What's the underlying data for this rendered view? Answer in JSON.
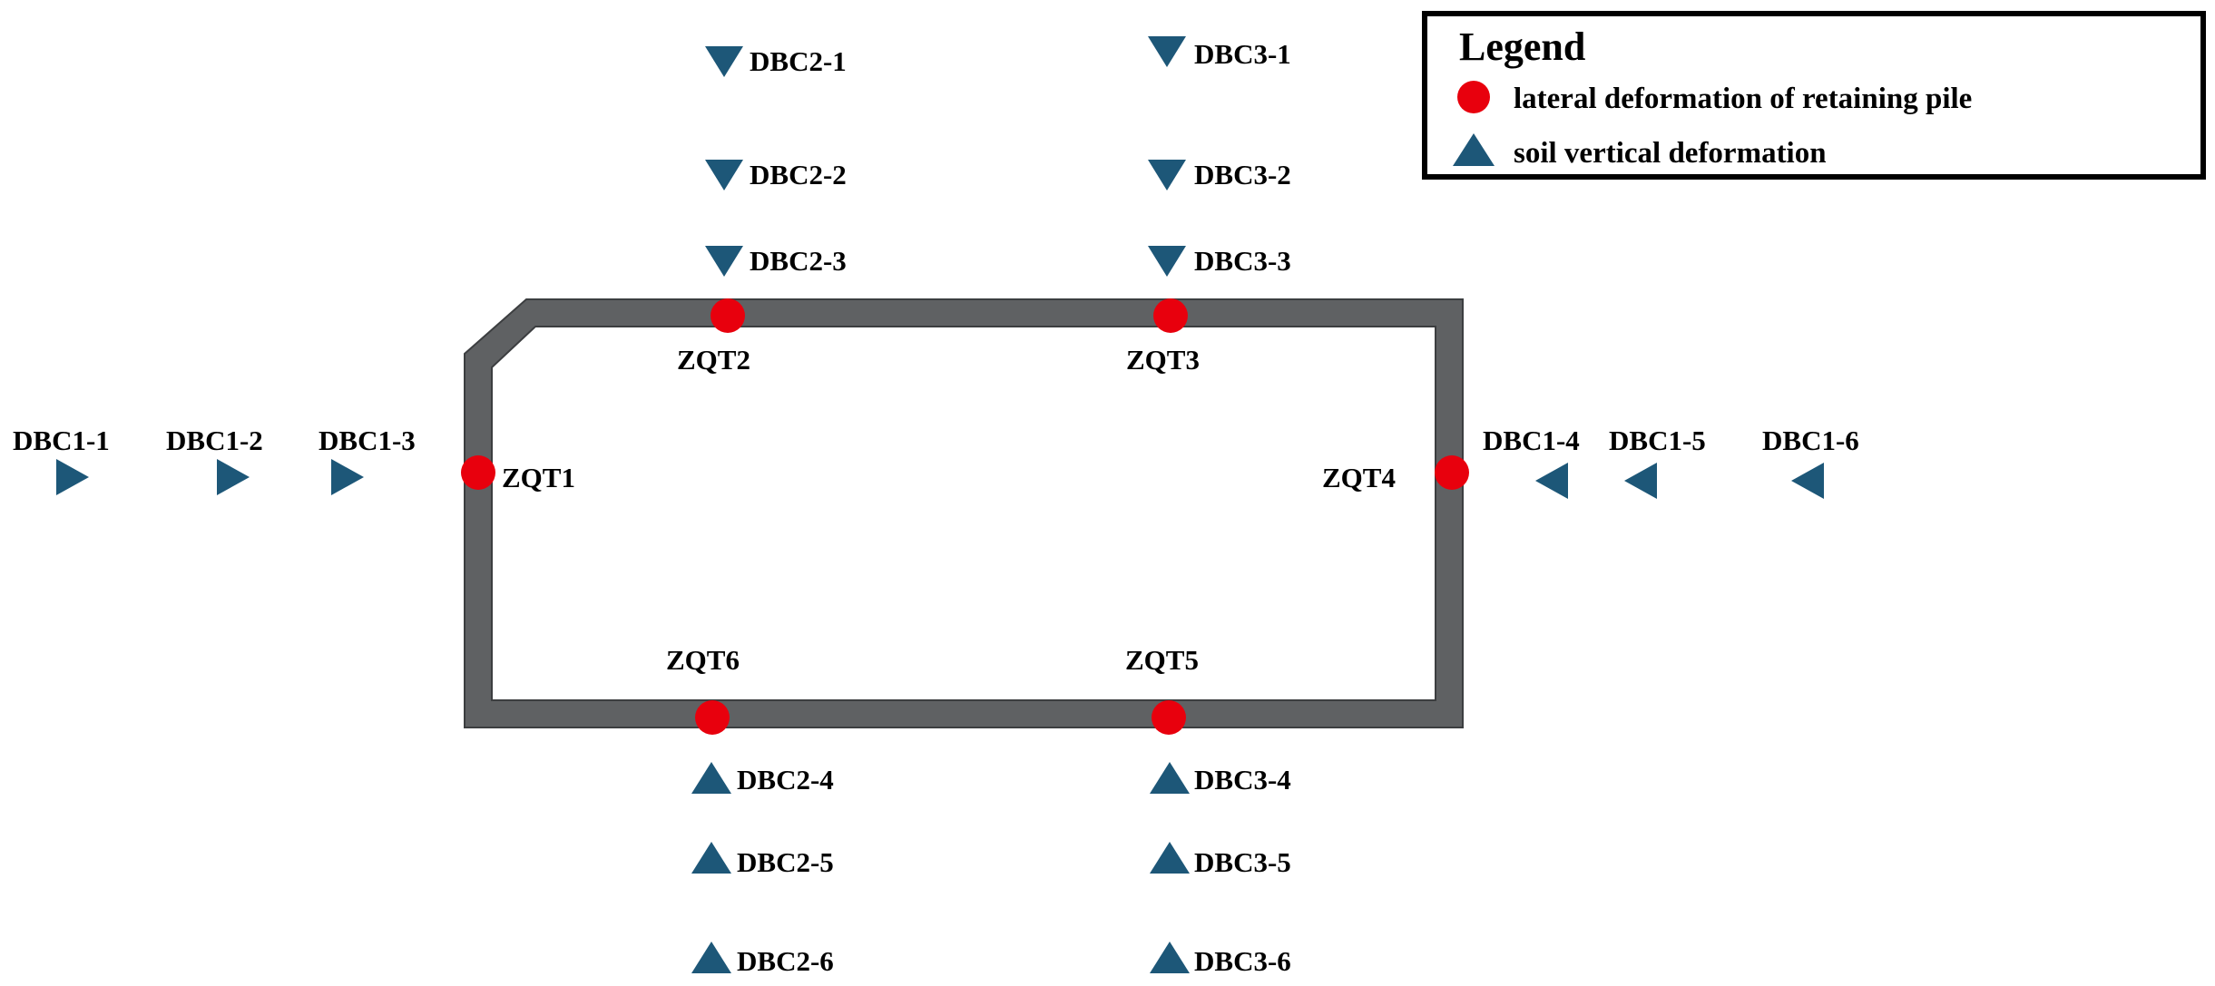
{
  "colors": {
    "wall": "#5f6163",
    "wall_outline": "#3c3e40",
    "pile_point": "#e8000d",
    "soil_point": "#1d5778",
    "legend_border": "#000000"
  },
  "legend": {
    "title": "Legend",
    "items": [
      {
        "label": "lateral deformation of retaining pile",
        "icon": "red-circle"
      },
      {
        "label": "soil vertical deformation",
        "icon": "blue-triangle"
      }
    ]
  },
  "piles": [
    "ZQT1",
    "ZQT2",
    "ZQT3",
    "ZQT4",
    "ZQT5",
    "ZQT6"
  ],
  "soil_points": [
    "DBC1-1",
    "DBC1-2",
    "DBC1-3",
    "DBC1-4",
    "DBC1-5",
    "DBC1-6",
    "DBC2-1",
    "DBC2-2",
    "DBC2-3",
    "DBC2-4",
    "DBC2-5",
    "DBC2-6",
    "DBC3-1",
    "DBC3-2",
    "DBC3-3",
    "DBC3-4",
    "DBC3-5",
    "DBC3-6"
  ]
}
